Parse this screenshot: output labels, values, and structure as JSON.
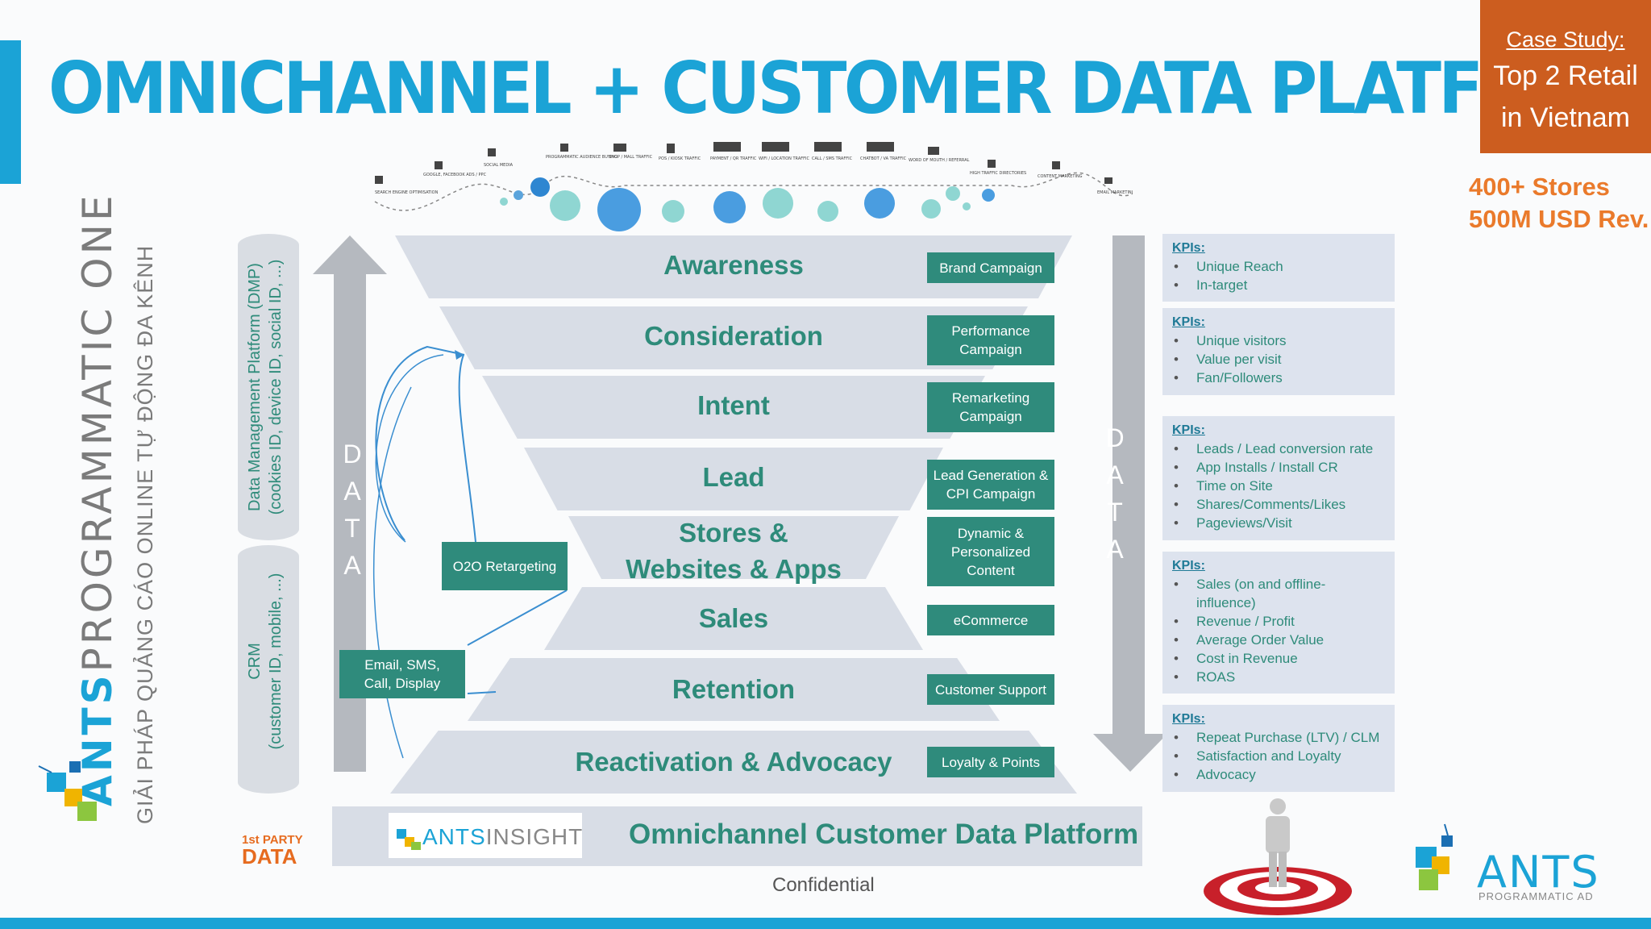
{
  "title": "OMNICHANNEL + CUSTOMER DATA PLATFORM",
  "case_study": {
    "label": "Case Study:",
    "line1": "Top 2 Retail",
    "line2": "in Vietnam"
  },
  "stats": {
    "stores": "400+ Stores",
    "revenue": "500M USD Rev."
  },
  "brand": {
    "ants": "ANTS",
    "programmatic_one": "PROGRAMMATIC ONE",
    "tagline": "GIẢI PHÁP QUẢNG CÁO ONLINE TỰ ĐỘNG ĐA KÊNH"
  },
  "cylinders": {
    "dmp_line1": "Data Management Platform (DMP)",
    "dmp_line2": "(cookies ID, device ID, social ID, ...)",
    "crm_line1": "CRM",
    "crm_line2": "(customer ID, mobile, ...)"
  },
  "data_label": "DATA",
  "channels": [
    "SEARCH ENGINE OPTIMISATION",
    "GOOGLE, FACEBOOK ADS / PPC",
    "SOCIAL MEDIA",
    "PROGRAMMATIC AUDIENCE BUYING",
    "SHOP / MALL TRAFFIC",
    "POS / KIOSK TRAFFIC",
    "PAYMENT / QR TRAFFIC",
    "WIFI / LOCATION TRAFFIC",
    "CALL / SMS TRAFFIC",
    "CHATBOT / VA TRAFFIC",
    "WORD OF MOUTH / REFERRAL",
    "HIGH TRAFFIC DIRECTORIES",
    "CONTENT MARKETING",
    "EMAIL MARKETING"
  ],
  "stages": [
    {
      "label": "Awareness",
      "tag": "Brand Campaign"
    },
    {
      "label": "Consideration",
      "tag": "Performance Campaign"
    },
    {
      "label": "Intent",
      "tag": "Remarketing Campaign"
    },
    {
      "label": "Lead",
      "tag": "Lead Generation & CPI Campaign"
    },
    {
      "label_1": "Stores &",
      "label_2": "Websites & Apps",
      "tag": "Dynamic & Personalized Content"
    },
    {
      "label": "Sales",
      "tag": "eCommerce"
    },
    {
      "label": "Retention",
      "tag": "Customer Support"
    },
    {
      "label": "Reactivation & Advocacy",
      "tag": "Loyalty & Points"
    }
  ],
  "side_boxes": {
    "o2o": "O2O Retargeting",
    "email": "Email, SMS, Call, Display"
  },
  "kpis": [
    {
      "heading": "KPIs:",
      "items": [
        "Unique Reach",
        "In-target"
      ]
    },
    {
      "heading": "KPIs:",
      "items": [
        "Unique visitors",
        "Value per visit",
        "Fan/Followers"
      ]
    },
    {
      "heading": "KPIs:",
      "items": [
        "Leads / Lead conversion rate",
        "App Installs / Install CR",
        "Time on Site",
        "Shares/Comments/Likes",
        "Pageviews/Visit"
      ]
    },
    {
      "heading": "KPIs:",
      "items": [
        "Sales (on and offline-influence)",
        "Revenue / Profit",
        "Average Order Value",
        "Cost in Revenue",
        "ROAS"
      ]
    },
    {
      "heading": "KPIs:",
      "items": [
        "Repeat Purchase (LTV) / CLM",
        "Satisfaction and Loyalty",
        "Advocacy"
      ]
    }
  ],
  "platform": {
    "title": "Omnichannel Customer Data Platform",
    "insight_ants": "ANTS",
    "insight_word": "INSIGHT"
  },
  "first_party": {
    "line1": "1st PARTY",
    "line2": "DATA"
  },
  "confidential": "Confidential",
  "ants_logo": {
    "name": "ANTS",
    "sub": "PROGRAMMATIC AD"
  },
  "colors": {
    "blue": "#1ba3d6",
    "teal": "#2f8b7c",
    "orange": "#cc5d1f",
    "stage_bg": "#d8dde6"
  }
}
